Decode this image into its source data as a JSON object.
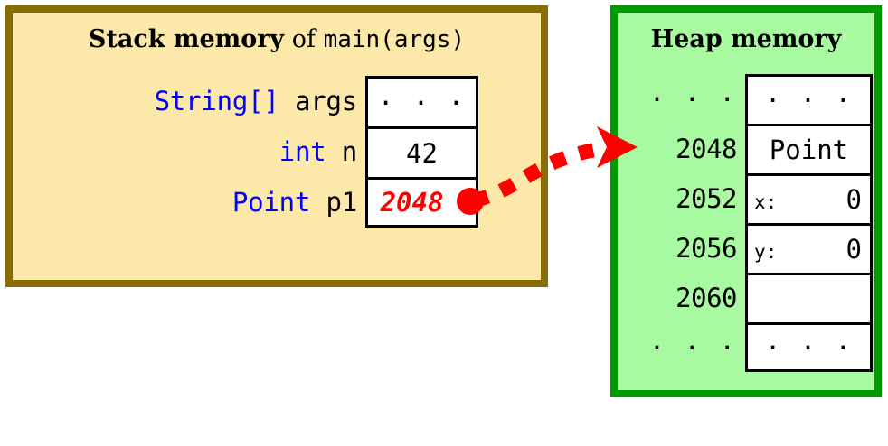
{
  "colors": {
    "stack_fill": "#FCE8A8",
    "stack_border": "#8A6D00",
    "heap_fill": "#A8FAA0",
    "heap_border": "#009900",
    "pointer": "#FF0000",
    "type_keyword": "#0000FF",
    "cell_fill": "#FFFFFF",
    "text": "#000000"
  },
  "stack": {
    "title": {
      "bold_part": "Stack memory",
      "mid_part": " of ",
      "mono_part": "main(args)"
    },
    "rows": [
      {
        "type": "String[]",
        "name": "args",
        "value": "· · ·",
        "value_kind": "dots"
      },
      {
        "type": "int",
        "name": "n",
        "value": "42",
        "value_kind": "number"
      },
      {
        "type": "Point",
        "name": "p1",
        "value": "2048",
        "value_kind": "pointer"
      }
    ]
  },
  "heap": {
    "title": "Heap memory",
    "rows": [
      {
        "address": "· · ·",
        "addr_kind": "dots",
        "cell_kind": "dots",
        "cell_value": "· · ·"
      },
      {
        "address": "2048",
        "addr_kind": "number",
        "cell_kind": "type",
        "cell_value": "Point"
      },
      {
        "address": "2052",
        "addr_kind": "number",
        "cell_kind": "field",
        "field_name": "x:",
        "field_value": "0"
      },
      {
        "address": "2056",
        "addr_kind": "number",
        "cell_kind": "field",
        "field_name": "y:",
        "field_value": "0"
      },
      {
        "address": "2060",
        "addr_kind": "number",
        "cell_kind": "empty",
        "cell_value": ""
      },
      {
        "address": "· · ·",
        "addr_kind": "dots",
        "cell_kind": "dots",
        "cell_value": "· · ·"
      }
    ]
  },
  "arrow": {
    "label": "reference-from-p1-to-heap-2048",
    "from": "p1 stack slot",
    "to": "heap address 2048",
    "style": "dashed-curve-with-arrowhead"
  }
}
